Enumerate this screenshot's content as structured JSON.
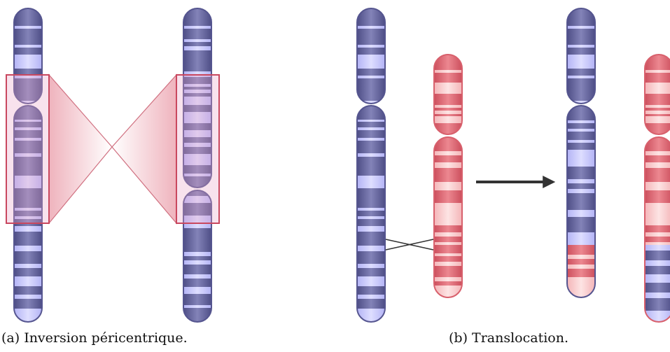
{
  "captions": {
    "a": "(a) Inversion péricentrique.",
    "b": "(b) Translocation."
  },
  "colors": {
    "blue_fill": "#c9c9ff",
    "blue_dark": "#6e6ea0",
    "blue_outline": "#55558f",
    "red_fill": "#f8cccc",
    "red_dark": "#d9636f",
    "red_outline": "#d8606c",
    "highlight_box": "#c9485f",
    "arrow": "#333333"
  },
  "icons": {
    "translocation_arrow": "arrow-right-icon",
    "crossover_lines": "chromosome-crossover"
  }
}
